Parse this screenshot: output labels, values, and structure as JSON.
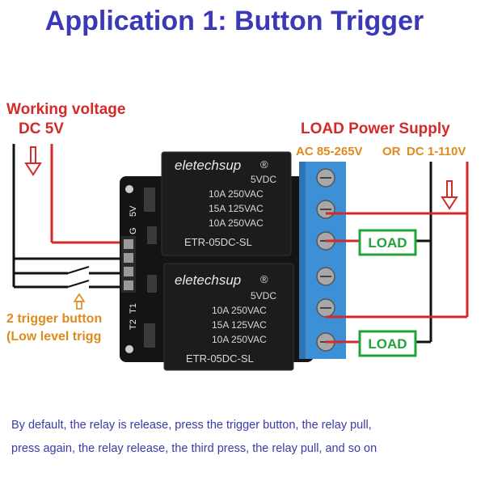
{
  "title": "Application 1: Button Trigger",
  "working_voltage": {
    "line1": "Working voltage",
    "line2": "DC 5V"
  },
  "load_supply": {
    "title": "LOAD Power Supply",
    "ac": "AC 85-265V",
    "or": "OR",
    "dc": "DC 1-110V"
  },
  "trigger": {
    "line1": "2 trigger button",
    "line2": "(Low level trigg"
  },
  "pcb": {
    "pin_5v": "5V",
    "pin_g": "G",
    "pin_t1": "T1",
    "pin_t2": "T2"
  },
  "relay_top": {
    "brand": "eletechsup",
    "reg": "®",
    "spec1": "5VDC",
    "spec2": "10A 250VAC",
    "spec3": "15A 125VAC",
    "spec4": "10A 250VAC",
    "model": "ETR-05DC-SL"
  },
  "relay_bottom": {
    "brand": "eletechsup",
    "reg": "®",
    "spec1": "5VDC",
    "spec2": "10A 250VAC",
    "spec3": "15A 125VAC",
    "spec4": "10A 250VAC",
    "model": "ETR-05DC-SL"
  },
  "loads": [
    "LOAD",
    "LOAD"
  ],
  "description": {
    "line1": "By default, the relay is release, press the trigger button, the relay pull,",
    "line2": "press again, the relay release, the third press, the relay pull, and so on"
  },
  "colors": {
    "title": "#3a3ab8",
    "red": "#d42a2a",
    "orange": "#e08a1e",
    "green": "#22a33a",
    "terminal": "#3d8fd6",
    "pcb": "#141414"
  }
}
